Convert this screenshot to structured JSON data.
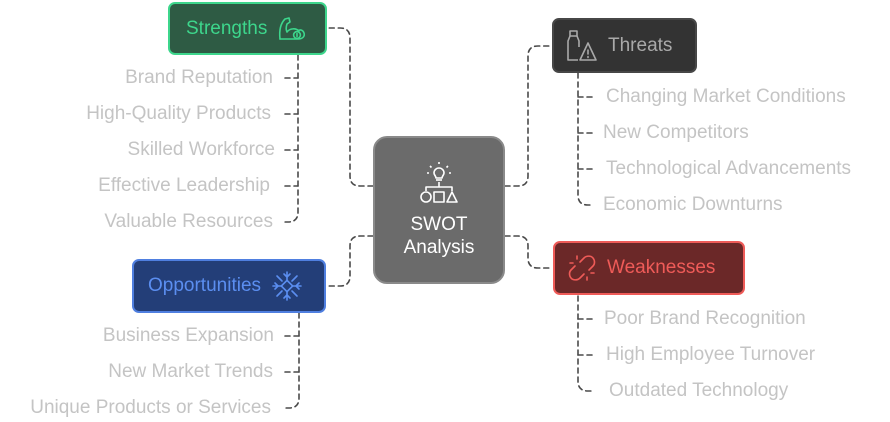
{
  "center": {
    "line1": "SWOT",
    "line2": "Analysis",
    "icon": "lightbulb-shapes-icon"
  },
  "strengths": {
    "label": "Strengths",
    "icon": "flexed-arm-icon",
    "color": "#3dd68c",
    "bg": "#2e5b44",
    "items": [
      "Brand Reputation",
      "High-Quality Products",
      "Skilled Workforce",
      "Effective Leadership",
      "Valuable Resources"
    ]
  },
  "threats": {
    "label": "Threats",
    "icon": "bottle-warning-icon",
    "color": "#a9a9a9",
    "bg": "#333333",
    "items": [
      "Changing Market Conditions",
      "New Competitors",
      "Technological Advancements",
      "Economic Downturns"
    ]
  },
  "opportunities": {
    "label": "Opportunities",
    "icon": "snowflake-icon",
    "color": "#5b8ef0",
    "bg": "#233e78",
    "items": [
      "Business Expansion",
      "New Market Trends",
      "Unique Products or Services"
    ]
  },
  "weaknesses": {
    "label": "Weaknesses",
    "icon": "broken-link-icon",
    "color": "#ef5b58",
    "bg": "#6b2828",
    "items": [
      "Poor Brand Recognition",
      "High Employee Turnover",
      "Outdated Technology"
    ]
  },
  "colors": {
    "connector": "#4a4a4a",
    "item_text": "#c4c4c4",
    "center_bg": "#6b6b6b"
  }
}
